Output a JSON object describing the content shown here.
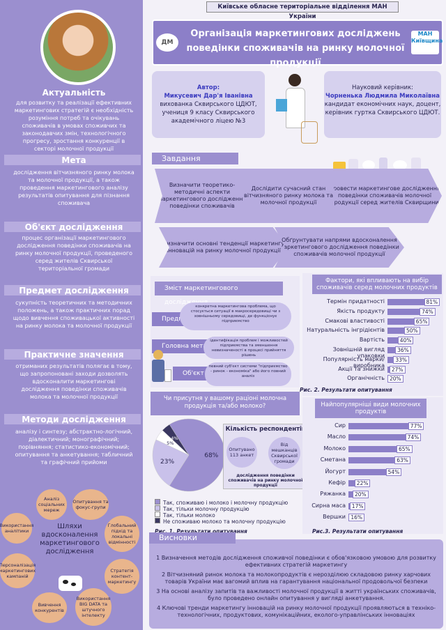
{
  "org": "Київське обласне територіальне відділення МАН України",
  "title": "Організація маркетингових досліджень поведінки споживачів на ринку молочної продукції",
  "logo_left": "ДМ",
  "logo_right": "МАН Київщина",
  "author": {
    "label": "Автор:",
    "name": "Микусевич Дар'я Іванівна",
    "desc": "вихованка Сквирського ЦДЮТ, учениця 9 класу Сквирського академічного ліцею №3"
  },
  "supervisor": {
    "label": "Науковий керівник:",
    "name": "Чорненька Людмила Миколаївна",
    "desc": "кандидат економічних наук, доцент, керівник гуртка Сквирського ЦДЮТ."
  },
  "left": {
    "relevance_title": "Актуальність",
    "relevance_text": "для розвитку та реалізації ефективних маркетингових стратегій є необхідність розуміння потреб та очікувань споживачів в умовах споживчих та законодавчих змін, технологічного прогресу, зростання конкуренції в секторі молочної продукції",
    "goal_title": "Мета",
    "goal_text": "дослідження вітчизняного ринку молока та молочної продукції, а також проведення маркетингового аналізу результатів опитування для пізнання споживача",
    "object_title": "Об'єкт дослідження",
    "object_text": "процес організації маркетингового дослідження поведінки споживачів на ринку молочної продукції, проведеного серед жителів Сквирської територіальної громади",
    "subject_title": "Предмет дослідження",
    "subject_text": "сукупність теоретичних та методичних положень, а також практичних порад щодо вивчення споживацької активності на ринку молока та молочної продукції",
    "practical_title": "Практичне значення",
    "practical_text": "отриманих результатів полягає в тому, що запропоновані заходи дозволять вдосконалити маркетингові дослідження поведінки споживачів молока та молочної продукції",
    "methods_title": "Методи дослідження",
    "methods_text": "аналізу і синтезу; абстрактно-логічний, діалектичний; монографічний; порівняння; статистико-економічний; опитування та анкетування; табличний та графічний прийоми"
  },
  "ways": {
    "center": "Шляхи вдосконалення маркетингового дослідження",
    "items": [
      "Аналіз соціальних мереж",
      "Опитування та фокус-групи",
      "Глобальний підхід та локальні відмінності",
      "Стратегія контент-маркетингу",
      "Використання BIG DATA та штучного інтелекту",
      "Вивчення конкурентів",
      "Персоналізація маркетингових кампаній",
      "Використання аналітики"
    ]
  },
  "tasks": {
    "header": "Завдання",
    "items": [
      "Визначити теоретико-методичні аспекти маркетингового дослідження поведінки споживачів",
      "Дослідити сучасний стан вітчизняного ринку молока та молочної продукції",
      "Провести маркетингове дослідження поведінки споживачів молочної продукції серед жителів Сквирщини",
      "Визначити основні тенденції маркетингу інновацій на ринку молочної продукції",
      "Обґрунтувати напрями вдосконалення маркетингового дослідження поведінки споживачів молочної продукції"
    ]
  },
  "content": {
    "header": "Зміст маркетингового дослідження",
    "rows": [
      {
        "label": "Предмет",
        "text": "конкретна маркетингова проблема, що стосується ситуації в макросередовищі чи з зовнішньому середовищі, де функціонує підприємство"
      },
      {
        "label": "Головна мета",
        "text": "ідентифікація проблем і можливостей підприємства та зменшення невизначеності в процесі прийняття рішень"
      },
      {
        "label": "Об'єкт",
        "text": "певний суб'єкт системи \"підприємство - ринок - економіка\" або його повний аналіз"
      }
    ]
  },
  "factors": {
    "title": "Фактори, які впливають на вибір споживачів серед молочних продуктів",
    "caption": "Рис. 2. Результати опитування",
    "colors": {
      "bar": "#8c7fc8"
    }
  },
  "popular": {
    "title": "Найпопулярніші види молочних продуктів",
    "caption": "Рис.3. Результати опитування"
  },
  "pie": {
    "question": "Чи присутня у вашому раціоні молочна продукція та/або молоко?",
    "caption": "Рис. 1. Результати опитування",
    "respondents_title": "Кількість респондентів",
    "respondents_count": "Опитувано 113 анкет",
    "respondents_from": "Від мешканців Сквирської громади",
    "respondents_note": "дослідження поведінки споживачів на ринку молочної продукції"
  },
  "conclusions": {
    "header": "Висновки",
    "items": [
      "1  Визначення методів дослідження споживчої поведінки є обов'язковою умовою для розвитку ефективних стратегій маркетингу",
      "2 Вітчизняний ринок молока та молокопродуктів є нерозділюю складовою ринку харчових товарів України має вагомий вплив на гарантування національної продовольчої безпеки",
      "3  На основі аналізу запитів та важливості молочної продукції в житті українських споживачів, було проведено онлайн опитування у вигляді анкетування.",
      "4  Ключові тренди маркетингу інновацій на ринку молочної продукції проявляються в техніко-технологічних, продуктових, комунікаційних, еколого-управлінських інноваціях"
    ]
  },
  "chart_data": [
    {
      "type": "bar",
      "title": "Фактори, які впливають на вибір споживачів серед молочних продуктів",
      "categories": [
        "Термін придатності",
        "Якість продукту",
        "Смакові властивості",
        "Натуральність інгрідієнтів",
        "Вартість",
        "Зовнішній вигляд упаковки",
        "Популярність марки/виробника",
        "Акції та знижки",
        "Органічність"
      ],
      "values": [
        81,
        74,
        65,
        50,
        40,
        36,
        33,
        27,
        20
      ],
      "value_labels": [
        "81%",
        "74%",
        "65%",
        "50%",
        "40%",
        "36%",
        "33%",
        "27%",
        "20%"
      ],
      "xlim": [
        0,
        100
      ]
    },
    {
      "type": "bar",
      "title": "Найпопулярніші види молочних продуктів",
      "categories": [
        "Сир",
        "Масло",
        "Молоко",
        "Сметана",
        "Йогурт",
        "Кефір",
        "Ряжанка",
        "Сирна маса",
        "Вершки"
      ],
      "values": [
        77,
        74,
        65,
        63,
        54,
        22,
        20,
        17,
        16
      ],
      "value_labels": [
        "77%",
        "74%",
        "65%",
        "63%",
        "54%",
        "22%",
        "20%",
        "17%",
        "16%"
      ],
      "xlim": [
        0,
        100
      ]
    },
    {
      "type": "pie",
      "title": "Чи присутня у вашому раціоні молочна продукція та/або молоко?",
      "categories": [
        "Так, споживаю і молоко і молочну продукцію",
        "Так, тільки молочну продукцію",
        "Так, тільки молоко",
        "Не споживаю молоко та молочну продукцію"
      ],
      "values": [
        68,
        23,
        5,
        4
      ],
      "value_labels": [
        "68%",
        "23%",
        "5%",
        "4%"
      ],
      "colors": [
        "#9b8fcf",
        "#c9c1ea",
        "#ffffff",
        "#3a3760"
      ]
    }
  ]
}
